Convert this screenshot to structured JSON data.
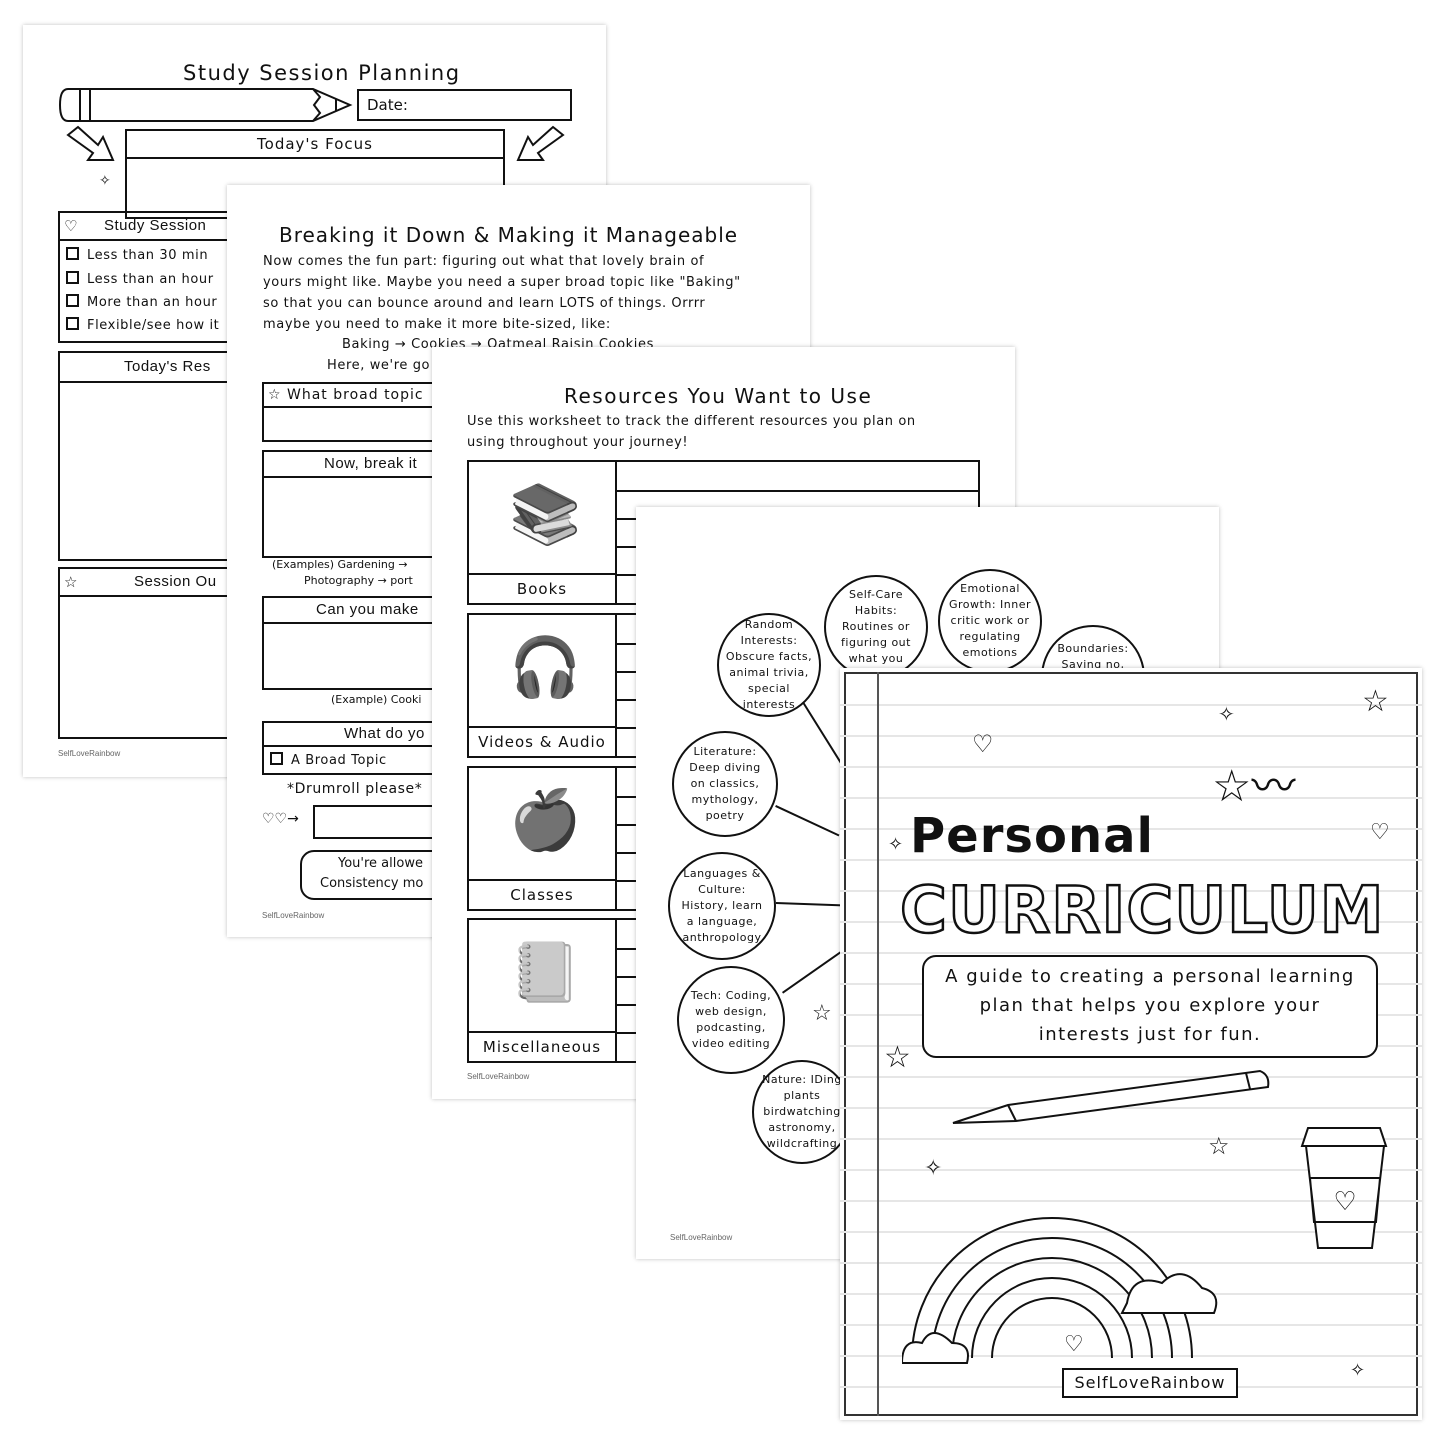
{
  "page1": {
    "title": "Study Session Planning",
    "date_label": "Date:",
    "focus_label": "Today's Focus",
    "session_header": "Study Session",
    "options": [
      "Less than 30 min",
      "Less than an hour",
      "More than an hour",
      "Flexible/see how it"
    ],
    "resources_header": "Today's Res",
    "outcome_header": "Session Ou",
    "footer": "SelfLoveRainbow"
  },
  "page2": {
    "title": "Breaking it Down & Making it Manageable",
    "intro": [
      "Now comes the fun part: figuring out what that lovely brain of",
      "yours might like. Maybe you need a super broad topic like \"Baking\"",
      "so that you can bounce around and learn LOTS of things. Orrrr",
      "maybe you need to make it more bite-sized, like:"
    ],
    "example_chain": "Baking → Cookies → Oatmeal Raisin Cookies",
    "here_text": "Here, we're go",
    "q1": "What broad topic",
    "q2": "Now, break it",
    "examples1": "(Examples) Gardening →",
    "examples2": "Photography → port",
    "q3": "Can you make",
    "example3": "(Example) Cooki",
    "q4": "What do yo",
    "option_broad": "A Broad Topic",
    "drumroll": "*Drumroll please*",
    "note1": "You're allowe",
    "note2": "Consistency mo",
    "footer": "SelfLoveRainbow"
  },
  "page3": {
    "title": "Resources You Want to Use",
    "intro": [
      "Use this worksheet to track the different resources you plan on",
      "using throughout your journey!"
    ],
    "categories": [
      "Books",
      "Videos & Audio",
      "Classes",
      "Miscellaneous"
    ],
    "footer": "SelfLoveRainbow"
  },
  "page4": {
    "bubbles": [
      "Random Interests: Obscure facts, animal trivia, special interests",
      "Self-Care Habits: Routines or figuring out what you",
      "Emotional Growth: Inner critic work or regulating emotions",
      "Boundaries: Saying no,",
      "Literature: Deep diving on classics, mythology, poetry",
      "Languages & Culture: History, learn a language, anthropology",
      "Tech: Coding, web design, podcasting, video editing",
      "Nature: IDing plants birdwatching astronomy, wildcrafting"
    ],
    "footer": "SelfLoveRainbow"
  },
  "cover": {
    "title_line1": "Personal",
    "title_line2": "CURRICULUM",
    "subtitle": "A guide to creating a personal learning plan that helps you explore your interests just for fun.",
    "brand": "SelfLoveRainbow"
  }
}
